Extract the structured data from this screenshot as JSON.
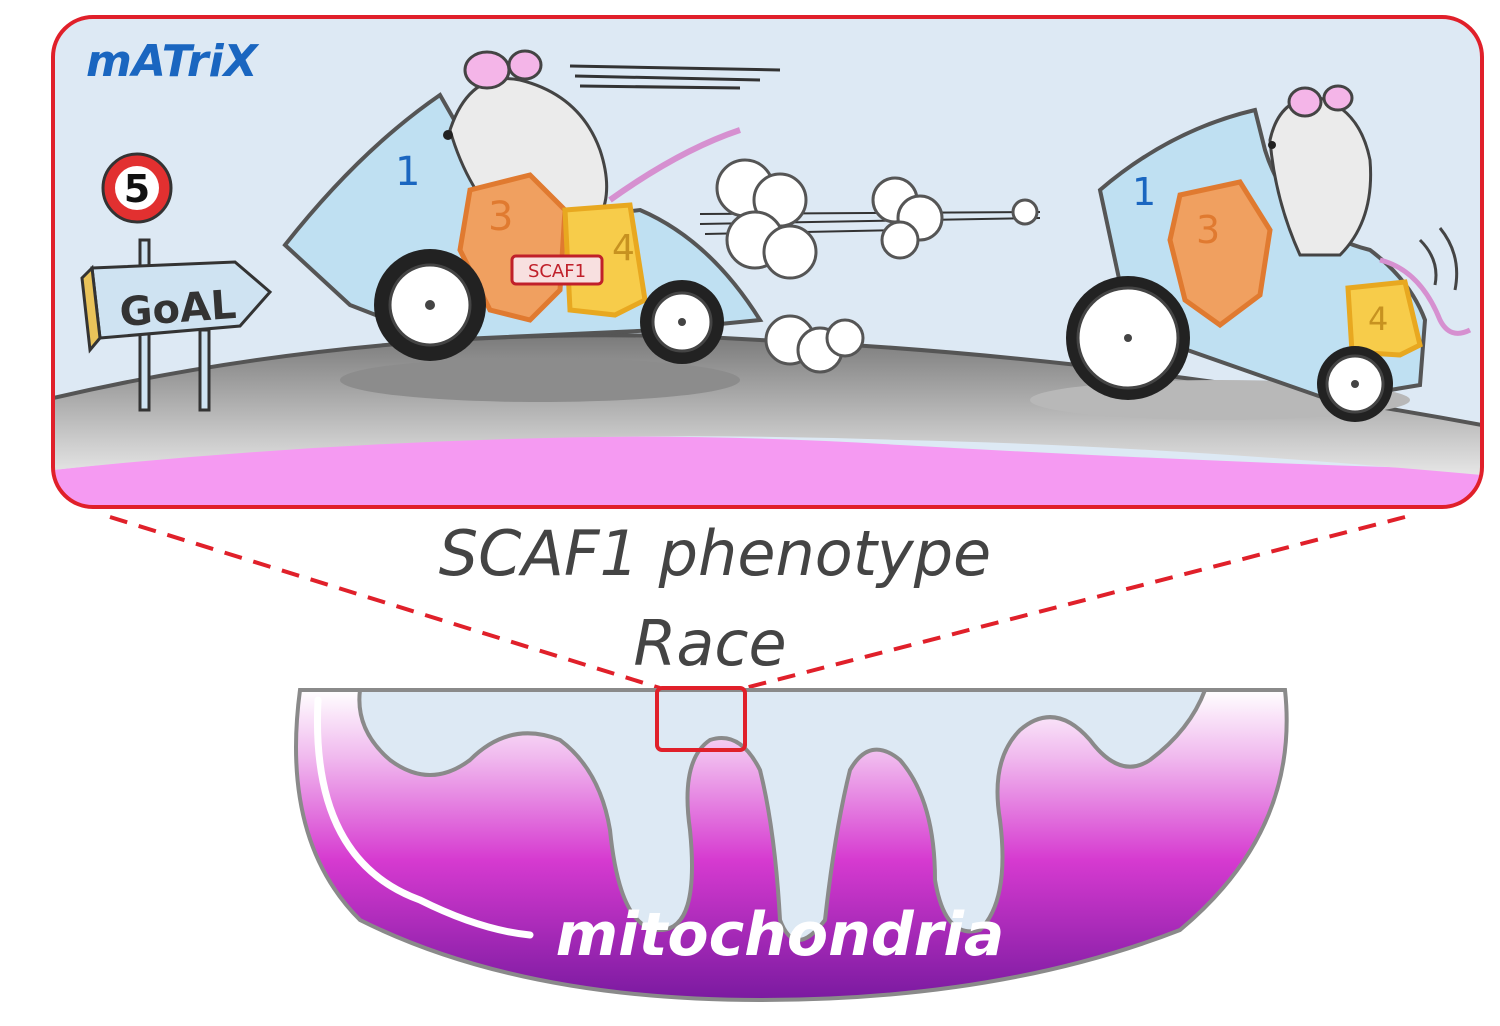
{
  "inset": {
    "title": "mATriX",
    "goal_sign": {
      "speed_limit": "5",
      "text": "GoAL"
    },
    "car_fast": {
      "labels": [
        "1",
        "3",
        "4"
      ],
      "tag": "SCAF1"
    },
    "car_slow": {
      "labels": [
        "1",
        "3",
        "4"
      ]
    }
  },
  "caption": {
    "line1": "SCAF1 phenotype",
    "line2": "Race"
  },
  "organelle": {
    "label": "mitochondria"
  },
  "colors": {
    "frame_border": "#e0202a",
    "sky": "#dde9f4",
    "road": "#9a9a9a",
    "matrix_pink": "#f59af2",
    "car_body": "#bfe0f2",
    "subunit_3": "#f0a060",
    "subunit_4": "#f7cc4a",
    "title_blue": "#1a66c0",
    "mito_top": "#ffffff",
    "mito_mid": "#d63ad0",
    "mito_bottom": "#7a1aa0"
  }
}
